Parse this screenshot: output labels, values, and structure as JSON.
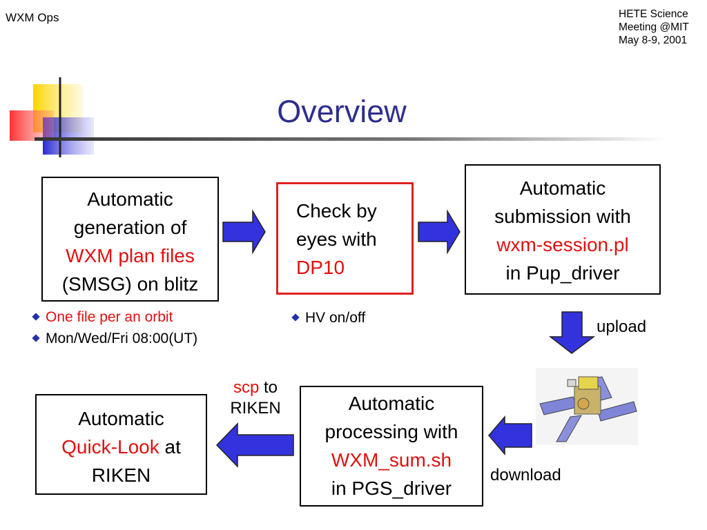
{
  "header": {
    "left": "WXM Ops",
    "right_lines": [
      "HETE Science",
      "Meeting @MIT",
      "May 8-9, 2001"
    ]
  },
  "title": "Overview",
  "boxes": {
    "generation": {
      "line1": "Automatic",
      "line2": "generation of",
      "line3": "WXM plan files",
      "line4": "(SMSG) on blitz"
    },
    "check": {
      "line1": "Check by",
      "line2": "eyes with",
      "line3": "DP10"
    },
    "submission": {
      "line1": "Automatic",
      "line2": "submission with",
      "line3": "wxm-session.pl",
      "line4": "in Pup_driver"
    },
    "processing": {
      "line1": "Automatic",
      "line2": "processing with",
      "line3": "WXM_sum.sh",
      "line4": "in PGS_driver"
    },
    "quicklook": {
      "line1": "Automatic",
      "line2a": "Quick-Look",
      "line2b": " at",
      "line3": "RIKEN"
    }
  },
  "bullets_left": [
    "One file per an orbit",
    "Mon/Wed/Fri 08:00(UT)"
  ],
  "bullets_middle": [
    "HV on/off"
  ],
  "labels": {
    "upload": "upload",
    "download": "download",
    "scp": "scp",
    "to": " to",
    "riken": "RIKEN"
  },
  "colors": {
    "title": "#2e2e8c",
    "highlight": "#e01010",
    "arrow_fill": "#3333dd",
    "bullet": "#2233aa"
  },
  "icons": [
    "satellite-icon",
    "right-arrow-icon",
    "down-arrow-icon",
    "left-arrow-icon"
  ]
}
